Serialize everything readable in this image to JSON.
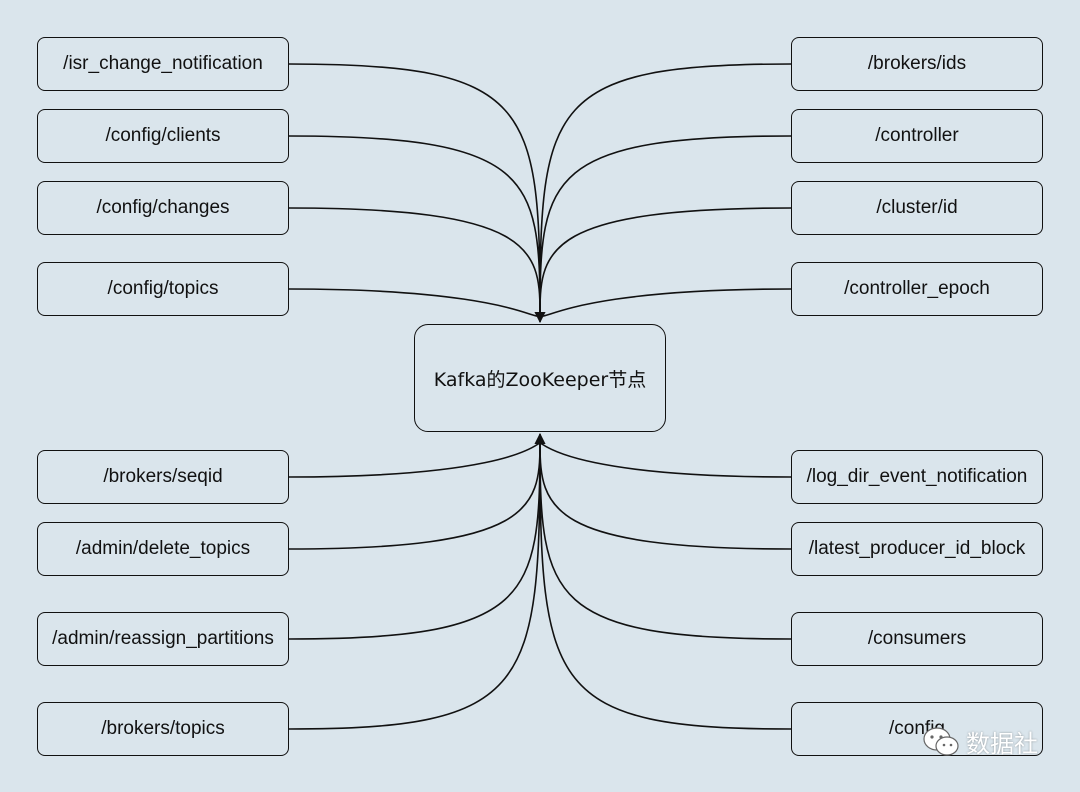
{
  "center": {
    "label": "Kafka的ZooKeeper节点"
  },
  "left_nodes": [
    "/isr_change_notification",
    "/config/clients",
    "/config/changes",
    "/config/topics",
    "/brokers/seqid",
    "/admin/delete_topics",
    "/admin/reassign_partitions",
    "/brokers/topics"
  ],
  "right_nodes": [
    "/brokers/ids",
    "/controller",
    "/cluster/id",
    "/controller_epoch",
    "/log_dir_event_notification",
    "/latest_producer_id_block",
    "/consumers",
    "/config"
  ],
  "watermark": {
    "text": "数据社",
    "icon": "wechat-icon"
  },
  "colors": {
    "background": "#dae5ec",
    "stroke": "#111111"
  }
}
